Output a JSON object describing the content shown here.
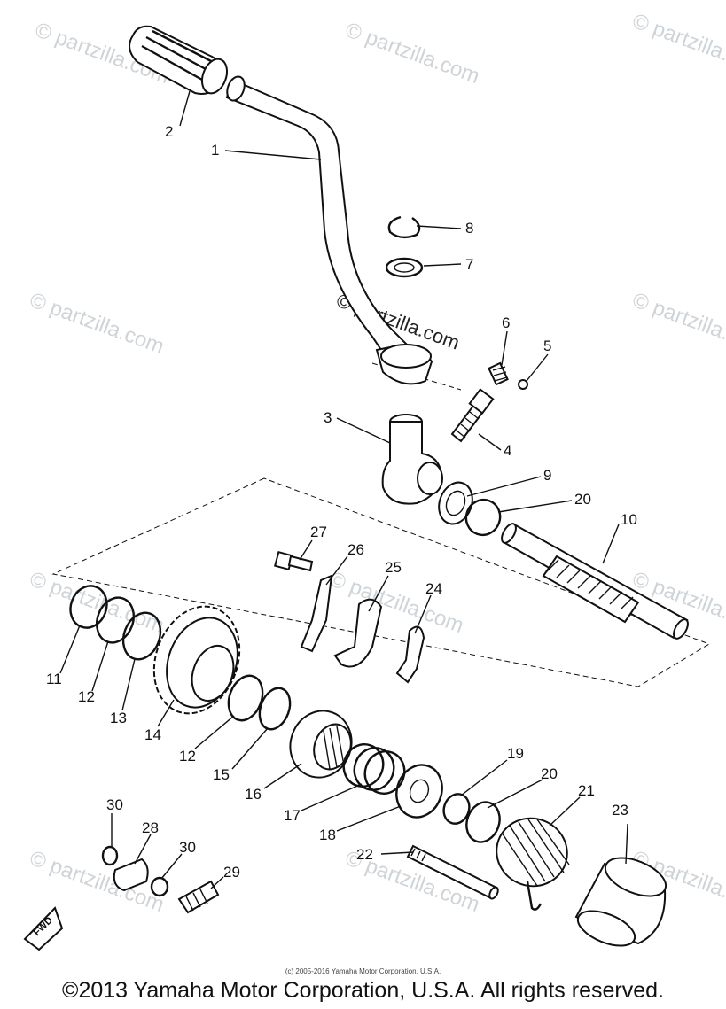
{
  "watermark": "© partzilla.com",
  "center_watermark": "© partzilla.com",
  "fwd_label": "FWD",
  "copyright_small": "(c) 2005-2016 Yamaha Motor Corporation, U.S.A.",
  "copyright_main": "©2013 Yamaha Motor Corporation, U.S.A. All rights reserved.",
  "callouts": [
    "1",
    "2",
    "3",
    "4",
    "5",
    "6",
    "7",
    "8",
    "9",
    "10",
    "11",
    "12",
    "12",
    "13",
    "14",
    "15",
    "16",
    "17",
    "18",
    "19",
    "20",
    "20",
    "21",
    "22",
    "23",
    "24",
    "25",
    "26",
    "27",
    "28",
    "29",
    "30",
    "30"
  ]
}
